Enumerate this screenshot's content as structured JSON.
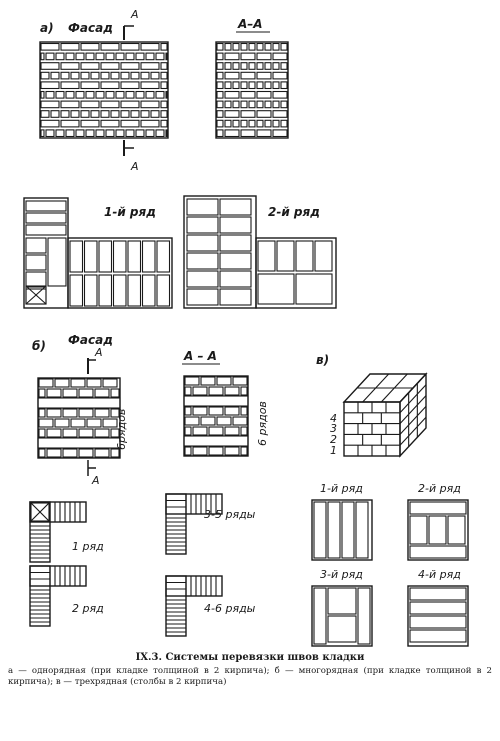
{
  "labels": {
    "a": "а)",
    "b": "б)",
    "v": "в)",
    "facade_a": "Фасад",
    "facade_b": "Фасад",
    "cut_a": "А",
    "section_a": "А–А",
    "section_b": "А – А",
    "row1_a": "1-й ряд",
    "row2_a": "2-й ряд",
    "rows6_left": "6рядов",
    "rows6_right": "6 рядов",
    "b_row1": "1 ряд",
    "b_row2": "2 ряд",
    "b_rows35": "3-5 ряды",
    "b_rows46": "4-6 ряды",
    "v_row1": "1-й ряд",
    "v_row2": "2-й ряд",
    "v_row3": "3-й ряд",
    "v_row4": "4-й ряд",
    "n1": "1",
    "n2": "2",
    "n3": "3",
    "n4": "4"
  },
  "caption": {
    "title": "IX.3. Системы перевязки швов кладки",
    "text": "а — однорядная (при кладке толщиной в 2 кирпича); б — многорядная (при кладке толщиной в 2 кирпича); в — трехрядная (столбы в 2 кирпича)"
  }
}
